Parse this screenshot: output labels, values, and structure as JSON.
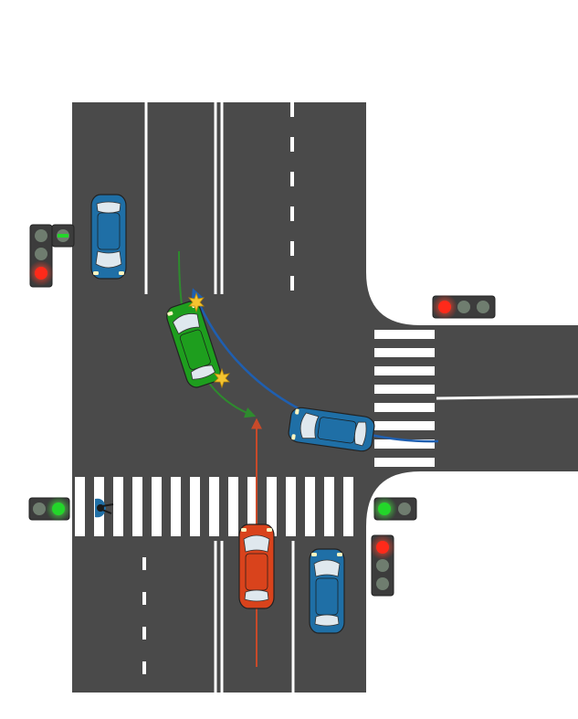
{
  "scene": {
    "type": "traffic-intersection-diagram",
    "colors": {
      "road": "#4a4a4a",
      "marking": "#ffffff",
      "background": "#ffffff",
      "light_housing": "#3c3c3c",
      "light_off": "#6f7d6f",
      "light_red": "#ff2a1a",
      "light_green": "#23d62a",
      "car_blue": "#1f6fa6",
      "car_green": "#1e9e1e",
      "car_red": "#d9431c",
      "path_green": "#2e8b2e",
      "path_blue": "#1f5fb0",
      "path_red": "#c84a2a",
      "collision": "#f4c430",
      "pedestrian": "#1f6fa6"
    },
    "traffic_lights": [
      {
        "name": "traffic-light-north-west",
        "state": "red",
        "arrow_section": "green"
      },
      {
        "name": "traffic-light-east",
        "state": "red"
      },
      {
        "name": "traffic-light-pedestrian-south-west",
        "state": "green"
      },
      {
        "name": "traffic-light-pedestrian-south-east",
        "state": "green"
      },
      {
        "name": "traffic-light-south-east",
        "state": "red"
      }
    ],
    "vehicles": [
      {
        "name": "blue-car-north-parked",
        "color": "blue",
        "maneuver": "stopped"
      },
      {
        "name": "green-car-turning",
        "color": "green",
        "maneuver": "left-turn",
        "collision_points": 2
      },
      {
        "name": "blue-car-turning",
        "color": "blue",
        "maneuver": "turn-from-east"
      },
      {
        "name": "red-car-straight",
        "color": "red",
        "maneuver": "straight"
      },
      {
        "name": "blue-car-south",
        "color": "blue",
        "maneuver": "stopped"
      }
    ],
    "pedestrian": {
      "name": "pedestrian-crossing-south",
      "state": "crossing"
    }
  }
}
